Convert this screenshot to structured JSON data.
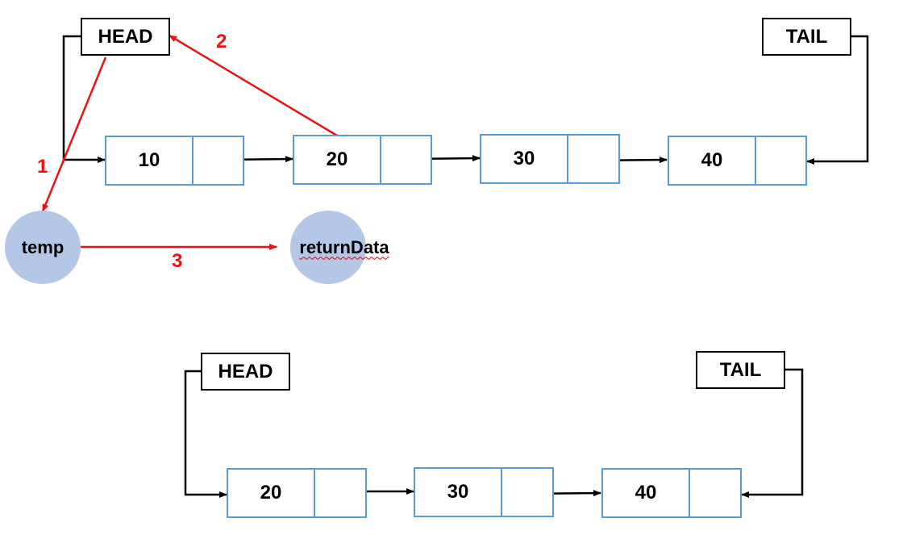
{
  "colors": {
    "node_border": "#5b9bd5",
    "circle_fill": "#b4c7e7",
    "step_red": "#ee1111",
    "line": "#000000"
  },
  "before": {
    "head_label": "HEAD",
    "tail_label": "TAIL",
    "nodes": [
      "10",
      "20",
      "30",
      "40"
    ],
    "temp_label": "temp",
    "return_label": "returnData",
    "steps": [
      "1",
      "2",
      "3"
    ]
  },
  "after": {
    "head_label": "HEAD",
    "tail_label": "TAIL",
    "nodes": [
      "20",
      "30",
      "40"
    ]
  }
}
